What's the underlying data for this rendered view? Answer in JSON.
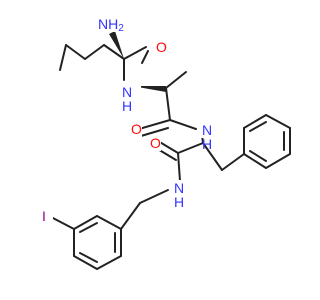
{
  "structure": {
    "atoms": [
      {
        "label": "NH",
        "sub": "2",
        "color": "#3333ff"
      },
      {
        "label": "O",
        "color": "#ff0d0d"
      },
      {
        "label": "N",
        "sub": "H",
        "color": "#3333ff"
      },
      {
        "label": "O",
        "color": "#ff0d0d"
      },
      {
        "label": "N",
        "sub": "H",
        "color": "#3333ff"
      },
      {
        "label": "O",
        "color": "#ff0d0d"
      },
      {
        "label": "N",
        "sub": "H",
        "color": "#3333ff"
      },
      {
        "label": "I",
        "color": "#940094"
      }
    ],
    "bond_color": "#222222"
  }
}
